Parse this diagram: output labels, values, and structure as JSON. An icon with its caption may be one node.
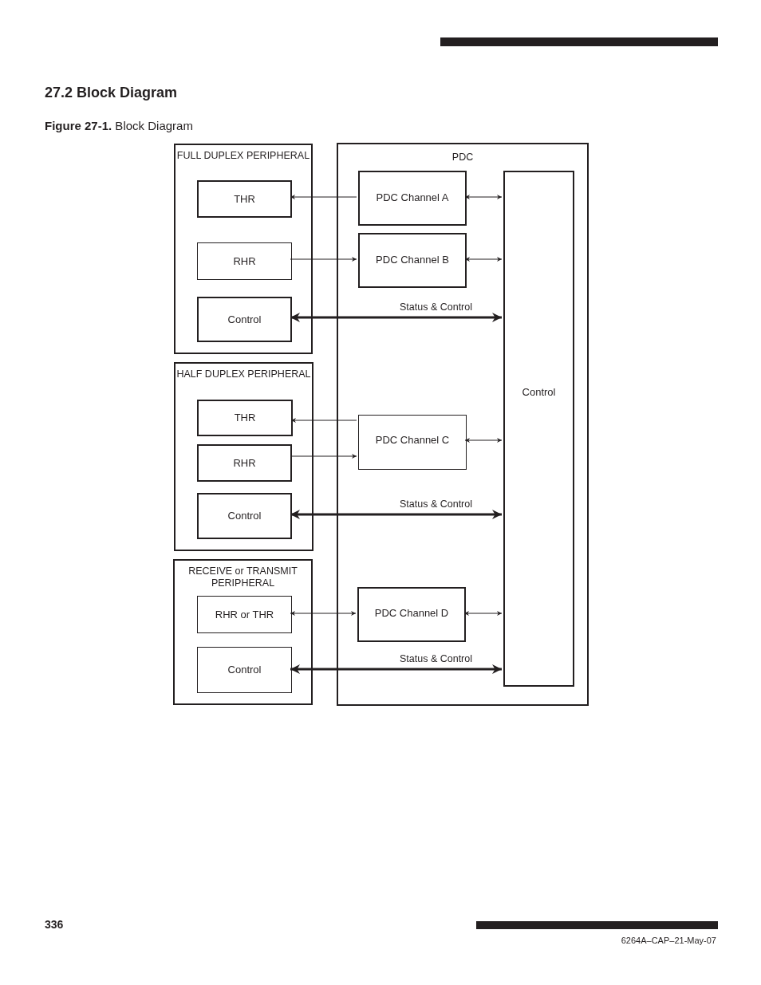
{
  "diagram": {
    "title": "27.2 Block Diagram",
    "caption": "**Figure 27-1.** Block Diagram",
    "nodes": [
      {
        "text": [
          "FULL DUPLEX PERIPHERAL"
        ]
      },
      {
        "text": [
          "THR"
        ],
        "in": 0
      },
      {
        "text": [
          "RHR"
        ],
        "in": 0
      },
      {
        "text": [
          "Control"
        ],
        "in": 0
      },
      {
        "text": [
          "HALF DUPLEX PERIPHERAL"
        ]
      },
      {
        "text": [
          "THR"
        ],
        "in": 4
      },
      {
        "text": [
          "RHR"
        ],
        "in": 4
      },
      {
        "text": [
          "Control"
        ],
        "in": 4
      },
      {
        "text": [
          "RECEIVE or TRANSMIT PERIPHERAL"
        ]
      },
      {
        "text": [
          "RHR or THR"
        ],
        "in": 8
      },
      {
        "text": [
          "Control"
        ],
        "in": 8
      },
      {
        "text": [
          "PDC"
        ]
      },
      {
        "text": [
          "PDC Channel A"
        ],
        "in": 11
      },
      {
        "text": [
          "PDC Channel B"
        ],
        "in": 11
      },
      {
        "text": [
          "PDC Channel C"
        ],
        "in": 11
      },
      {
        "text": [
          "PDC Channel D"
        ],
        "in": 11
      },
      {
        "text": [
          "Control"
        ],
        "in": 11
      }
    ],
    "edges": [
      {
        "from": 12,
        "to": 1,
        "arrow": "to"
      },
      {
        "from": 2,
        "to": 13,
        "arrow": "to"
      },
      {
        "from": 12,
        "to": 16,
        "arrow": "both"
      },
      {
        "from": 13,
        "to": 16,
        "arrow": "both"
      },
      {
        "from": 3,
        "to": 16,
        "arrow": "both",
        "style": "thick",
        "label": "Status & Control"
      },
      {
        "from": 14,
        "to": 5,
        "arrow": "to"
      },
      {
        "from": 6,
        "to": 14,
        "arrow": "to"
      },
      {
        "from": 14,
        "to": 16,
        "arrow": "both"
      },
      {
        "from": 7,
        "to": 16,
        "arrow": "both",
        "style": "thick",
        "label": "Status & Control"
      },
      {
        "from": 9,
        "to": 15,
        "arrow": "both"
      },
      {
        "from": 15,
        "to": 16,
        "arrow": "both"
      },
      {
        "from": 10,
        "to": 16,
        "arrow": "both",
        "style": "thick",
        "label": "Status & Control"
      }
    ],
    "labels": [
      "336",
      "6264A–CAP–21-May-07"
    ]
  }
}
